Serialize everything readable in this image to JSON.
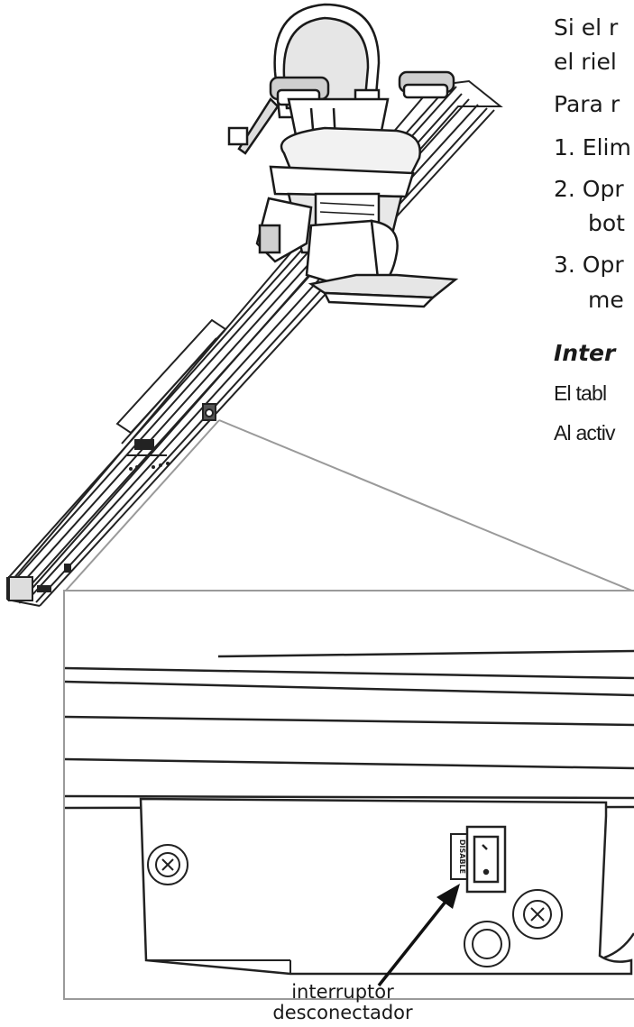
{
  "text_lines": {
    "line1": "Si el r",
    "line2": "el riel",
    "line3": "Para r",
    "step1": "1. Elim",
    "step2a": "2. Opr",
    "step2b": "bot",
    "step3a": "3. Opr",
    "step3b": "me",
    "heading": "Inter",
    "para1": "El tabl",
    "para2": "Al activ"
  },
  "switch_label": "DISABLE",
  "callout": {
    "line1": "interruptor",
    "line2": "desconectador"
  }
}
